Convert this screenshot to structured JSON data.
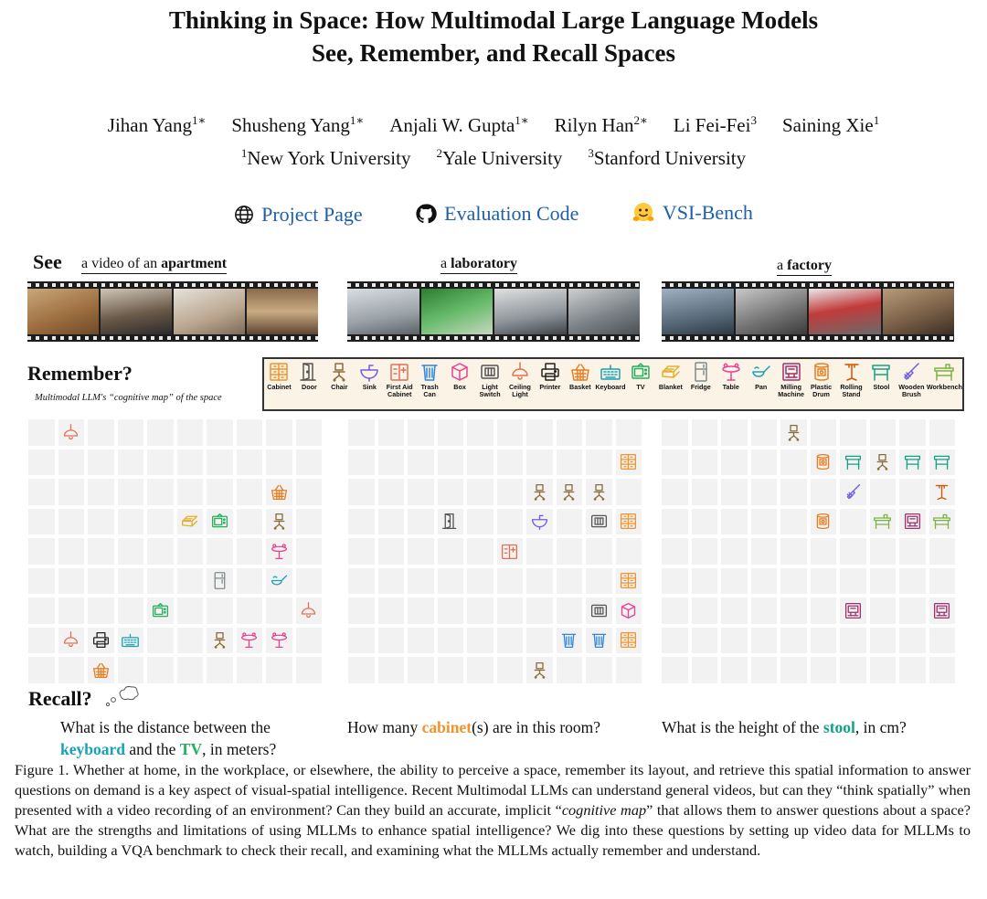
{
  "paper": {
    "title_line1": "Thinking in Space: How Multimodal Large Language Models",
    "title_line2": "See, Remember, and Recall Spaces",
    "authors": [
      {
        "name": "Jihan Yang",
        "sup": "1∗"
      },
      {
        "name": "Shusheng Yang",
        "sup": "1∗"
      },
      {
        "name": "Anjali W. Gupta",
        "sup": "1∗"
      },
      {
        "name": "Rilyn Han",
        "sup": "2∗"
      },
      {
        "name": "Li Fei-Fei",
        "sup": "3"
      },
      {
        "name": "Saining Xie",
        "sup": "1"
      }
    ],
    "affiliations": [
      {
        "sup": "1",
        "name": "New York University"
      },
      {
        "sup": "2",
        "name": "Yale University"
      },
      {
        "sup": "3",
        "name": "Stanford University"
      }
    ],
    "links": {
      "project_page": "Project Page",
      "evaluation_code": "Evaluation Code",
      "vsi_bench": "VSI-Bench"
    }
  },
  "figure": {
    "see_label": "See",
    "scenes": {
      "apartment_prefix": "a video of an",
      "apartment": "apartment",
      "laboratory_prefix": "a",
      "laboratory": "laboratory",
      "factory_prefix": "a",
      "factory": "factory"
    },
    "remember_label": "Remember?",
    "cognitive_map_caption": "Multimodal LLM's “cognitive map” of the space",
    "recall_label": "Recall?",
    "colors": {
      "orange": "#f0932b",
      "purple": "#6c5ce7",
      "magenta": "#e84393",
      "blue": "#2e86de",
      "cyan": "#17a2b8",
      "green": "#27ae60",
      "dark": "#333333",
      "salmon": "#e17055",
      "gold": "#e1b12c",
      "gray": "#7f8c8d"
    },
    "legend": [
      {
        "key": "cabinet",
        "label": "Cabinet",
        "color": "#f0932b"
      },
      {
        "key": "door",
        "label": "Door",
        "color": "#555555"
      },
      {
        "key": "chair",
        "label": "Chair",
        "color": "#8a6d3b"
      },
      {
        "key": "sink",
        "label": "Sink",
        "color": "#6c5ce7"
      },
      {
        "key": "firstaid",
        "label": "First Aid\nCabinet",
        "color": "#e17055"
      },
      {
        "key": "trash",
        "label": "Trash\nCan",
        "color": "#2e86de"
      },
      {
        "key": "box",
        "label": "Box",
        "color": "#e84393"
      },
      {
        "key": "switch",
        "label": "Light\nSwitch",
        "color": "#555555"
      },
      {
        "key": "ceiling",
        "label": "Ceiling\nLight",
        "color": "#e17055"
      },
      {
        "key": "printer",
        "label": "Printer",
        "color": "#222222"
      },
      {
        "key": "basket",
        "label": "Basket",
        "color": "#e67e22"
      },
      {
        "key": "keyboard",
        "label": "Keyboard",
        "color": "#17a2b8"
      },
      {
        "key": "tv",
        "label": "TV",
        "color": "#27ae60"
      },
      {
        "key": "blanket",
        "label": "Blanket",
        "color": "#e1b12c"
      },
      {
        "key": "fridge",
        "label": "Fridge",
        "color": "#7f8c8d"
      },
      {
        "key": "table",
        "label": "Table",
        "color": "#e84393"
      },
      {
        "key": "pan",
        "label": "Pan",
        "color": "#17a2b8"
      },
      {
        "key": "milling",
        "label": "Milling\nMachine",
        "color": "#a0306e"
      },
      {
        "key": "drum",
        "label": "Plastic\nDrum",
        "color": "#e67e22"
      },
      {
        "key": "rolling",
        "label": "Rolling\nStand",
        "color": "#d35400"
      },
      {
        "key": "stool",
        "label": "Stool",
        "color": "#16a085"
      },
      {
        "key": "brush",
        "label": "Wooden\nBrush",
        "color": "#6c5ce7"
      },
      {
        "key": "workbench",
        "label": "Workbench",
        "color": "#7cb342"
      }
    ],
    "maps": [
      {
        "name": "apartment",
        "cells": [
          [
            1,
            1,
            "ceiling"
          ],
          [
            8,
            3,
            "basket"
          ],
          [
            5,
            4,
            "blanket"
          ],
          [
            6,
            4,
            "tv"
          ],
          [
            8,
            4,
            "chair"
          ],
          [
            8,
            5,
            "table"
          ],
          [
            6,
            6,
            "fridge"
          ],
          [
            8,
            6,
            "pan"
          ],
          [
            4,
            7,
            "tv"
          ],
          [
            9,
            7,
            "ceiling"
          ],
          [
            1,
            8,
            "ceiling"
          ],
          [
            2,
            8,
            "printer"
          ],
          [
            3,
            8,
            "keyboard"
          ],
          [
            6,
            8,
            "chair"
          ],
          [
            7,
            8,
            "table"
          ],
          [
            8,
            8,
            "table"
          ],
          [
            2,
            9,
            "basket"
          ]
        ]
      },
      {
        "name": "laboratory",
        "cells": [
          [
            9,
            2,
            "cabinet"
          ],
          [
            6,
            3,
            "chair"
          ],
          [
            7,
            3,
            "chair"
          ],
          [
            8,
            3,
            "chair"
          ],
          [
            3,
            4,
            "door"
          ],
          [
            6,
            4,
            "sink"
          ],
          [
            8,
            4,
            "switch"
          ],
          [
            9,
            4,
            "cabinet"
          ],
          [
            5,
            5,
            "firstaid"
          ],
          [
            9,
            6,
            "cabinet"
          ],
          [
            8,
            7,
            "switch"
          ],
          [
            9,
            7,
            "box"
          ],
          [
            7,
            8,
            "trash"
          ],
          [
            8,
            8,
            "trash"
          ],
          [
            9,
            8,
            "cabinet"
          ],
          [
            6,
            9,
            "chair"
          ]
        ]
      },
      {
        "name": "factory",
        "cells": [
          [
            4,
            1,
            "chair"
          ],
          [
            5,
            2,
            "drum"
          ],
          [
            6,
            2,
            "stool"
          ],
          [
            7,
            2,
            "chair"
          ],
          [
            8,
            2,
            "stool"
          ],
          [
            9,
            2,
            "stool"
          ],
          [
            6,
            3,
            "brush"
          ],
          [
            9,
            3,
            "rolling"
          ],
          [
            5,
            4,
            "drum"
          ],
          [
            7,
            4,
            "workbench"
          ],
          [
            8,
            4,
            "milling"
          ],
          [
            9,
            4,
            "workbench"
          ],
          [
            6,
            7,
            "milling"
          ],
          [
            9,
            7,
            "milling"
          ]
        ]
      }
    ],
    "questions": {
      "q1_prefix": "What is the distance between the",
      "q1_keyboard": "keyboard",
      "q1_and": "and the",
      "q1_tv": "TV",
      "q1_suffix": ", in meters?",
      "q2_prefix": "How many",
      "q2_cabinet": "cabinet",
      "q2_suffix": "(s) are in this room?",
      "q3_prefix": "What is the height of the",
      "q3_stool": "stool",
      "q3_suffix": ", in cm?"
    }
  },
  "caption": {
    "part1": "Figure 1. Whether at home, in the workplace, or elsewhere, the ability to perceive a space, remember its layout, and retrieve this spatial information to answer questions on demand is a key aspect of visual-spatial intelligence. Recent Multimodal LLMs can understand general videos, but can they “think spatially” when presented with a video recording of an environment? Can they build an accurate, implicit “",
    "italic": "cognitive map",
    "part2": "” that allows them to answer questions about a space? What are the strengths and limitations of using MLLMs to enhance spatial intelligence? We dig into these questions by setting up video data for MLLMs to watch, building a VQA benchmark to check their recall, and examining what the MLLMs actually remember and understand."
  }
}
